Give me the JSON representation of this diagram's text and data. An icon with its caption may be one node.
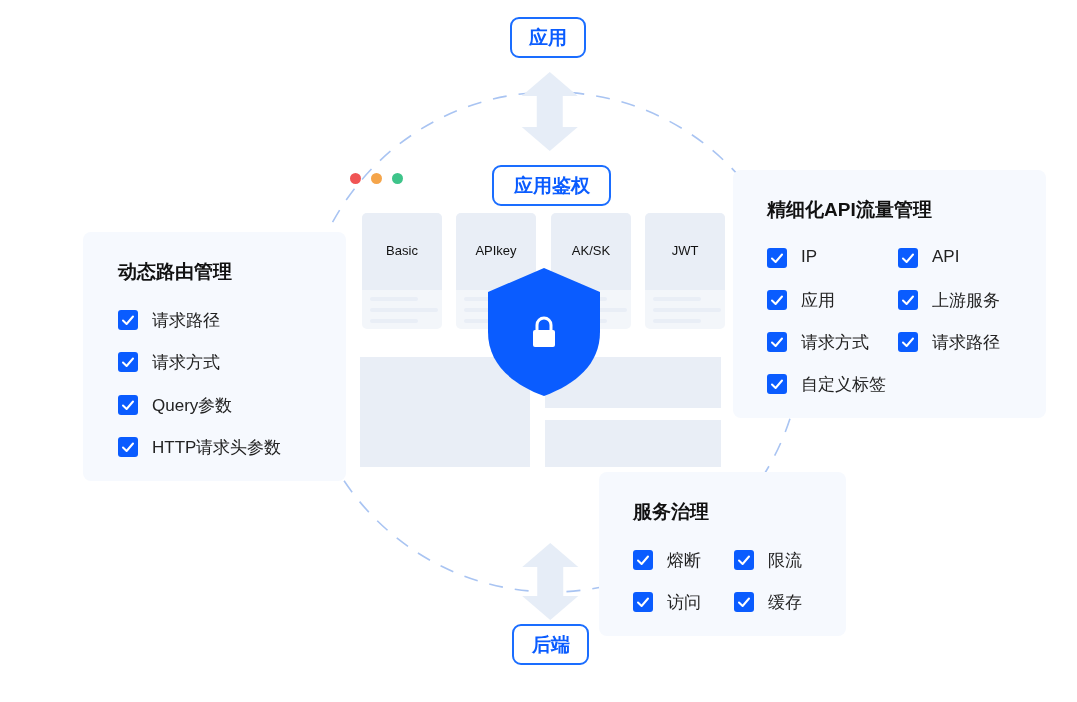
{
  "diagram": {
    "nodes": [
      {
        "text": [
          "应用"
        ]
      },
      {
        "text": [],
        "shape": "box"
      },
      {
        "text": [
          "应用鉴权"
        ],
        "in": 1
      },
      {
        "text": [
          "Basic"
        ],
        "in": 1
      },
      {
        "text": [
          "APIkey"
        ],
        "in": 1
      },
      {
        "text": [
          "AK/SK"
        ],
        "in": 1
      },
      {
        "text": [
          "JWT"
        ],
        "in": 1
      },
      {
        "text": [
          "动态路由管理",
          "请求路径",
          "请求方式",
          "Query参数",
          "HTTP请求头参数"
        ]
      },
      {
        "text": [
          "精细化API流量管理",
          "IP",
          "API",
          "应用",
          "上游服务",
          "请求方式",
          "请求路径",
          "自定义标签"
        ]
      },
      {
        "text": [
          "服务治理",
          "熔断",
          "限流",
          "访问",
          "缓存"
        ]
      },
      {
        "text": [
          "后端"
        ]
      }
    ],
    "edges": [
      {
        "from": 0,
        "to": 2,
        "arrow": "both"
      },
      {
        "from": 10,
        "to": null,
        "arrow": "both"
      }
    ]
  }
}
